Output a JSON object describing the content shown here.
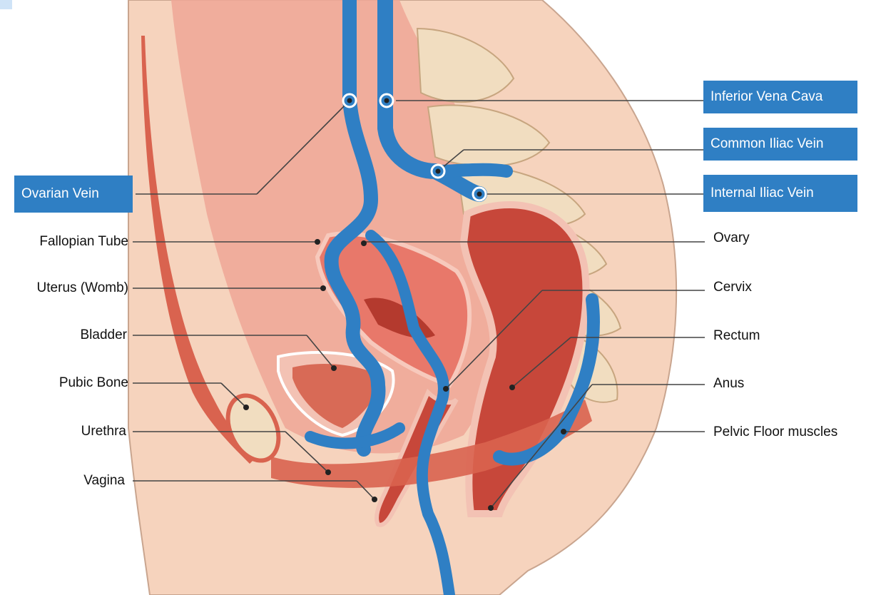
{
  "labels": {
    "inferior_vena_cava": "Inferior Vena Cava",
    "common_iliac_vein": "Common Iliac Vein",
    "internal_iliac_vein": "Internal Iliac Vein",
    "ovarian_vein": "Ovarian Vein",
    "fallopian_tube": "Fallopian Tube",
    "uterus": "Uterus (Womb)",
    "bladder": "Bladder",
    "pubic_bone": "Pubic Bone",
    "urethra": "Urethra",
    "vagina": "Vagina",
    "ovary": "Ovary",
    "cervix": "Cervix",
    "rectum": "Rectum",
    "anus": "Anus",
    "pelvic_floor_muscles": "Pelvic Floor muscles"
  },
  "colors": {
    "vein_blue": "#2f7fc4",
    "label_box_blue": "#2f7fc4",
    "skin": "#f6d3bd",
    "cavity_pink": "#eea696",
    "muscle_red": "#d9634f",
    "bone": "#f1ddc0",
    "leader_line": "#444444"
  }
}
